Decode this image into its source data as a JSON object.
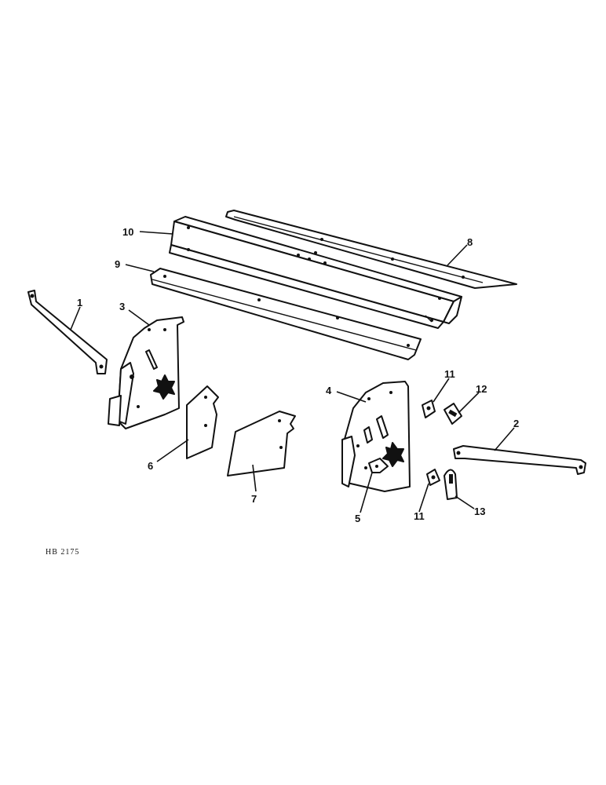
{
  "drawing_code": "HB 2175",
  "callouts": {
    "c1": "1",
    "c2": "2",
    "c3": "3",
    "c4": "4",
    "c5": "5",
    "c6": "6",
    "c7": "7",
    "c8": "8",
    "c9": "9",
    "c10": "10",
    "c11a": "11",
    "c11b": "11",
    "c12": "12",
    "c13": "13"
  }
}
